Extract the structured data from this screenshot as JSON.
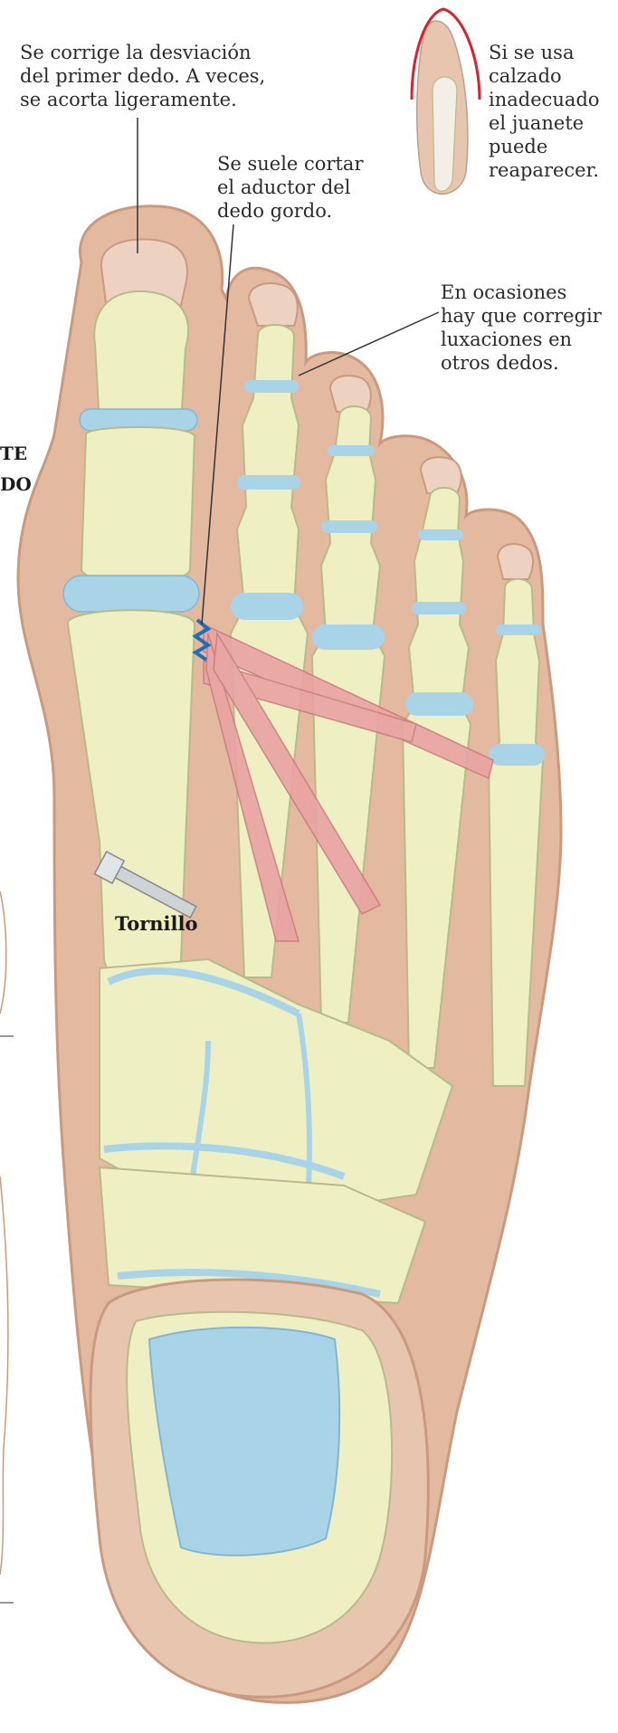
{
  "annotations": {
    "first_toe": "Se corrige la desviación\ndel primer dedo. A veces,\nse acorta ligeramente.",
    "adductor": "Se suele cortar\nel aductor del\ndedo gordo.",
    "other_toes": "En ocasiones\nhay que corregir\nluxaciones en\notros dedos.",
    "footwear": "Si se usa\ncalzado\ninadecuado\nel juanete\npuede\nreaparecer.",
    "screw": "Tornillo",
    "cut_edge_1": "TE",
    "cut_edge_2": "DO"
  },
  "colors": {
    "skin": "#e3b9a0",
    "skin_edge": "#c99a80",
    "bone": "#eef0c4",
    "bone_edge": "#b9b98a",
    "cartilage": "#a9d4e8",
    "muscle": "#e9a3a3",
    "shoe_outline": "#d9232a",
    "leader": "#333333",
    "suture": "#1e6fb5"
  }
}
